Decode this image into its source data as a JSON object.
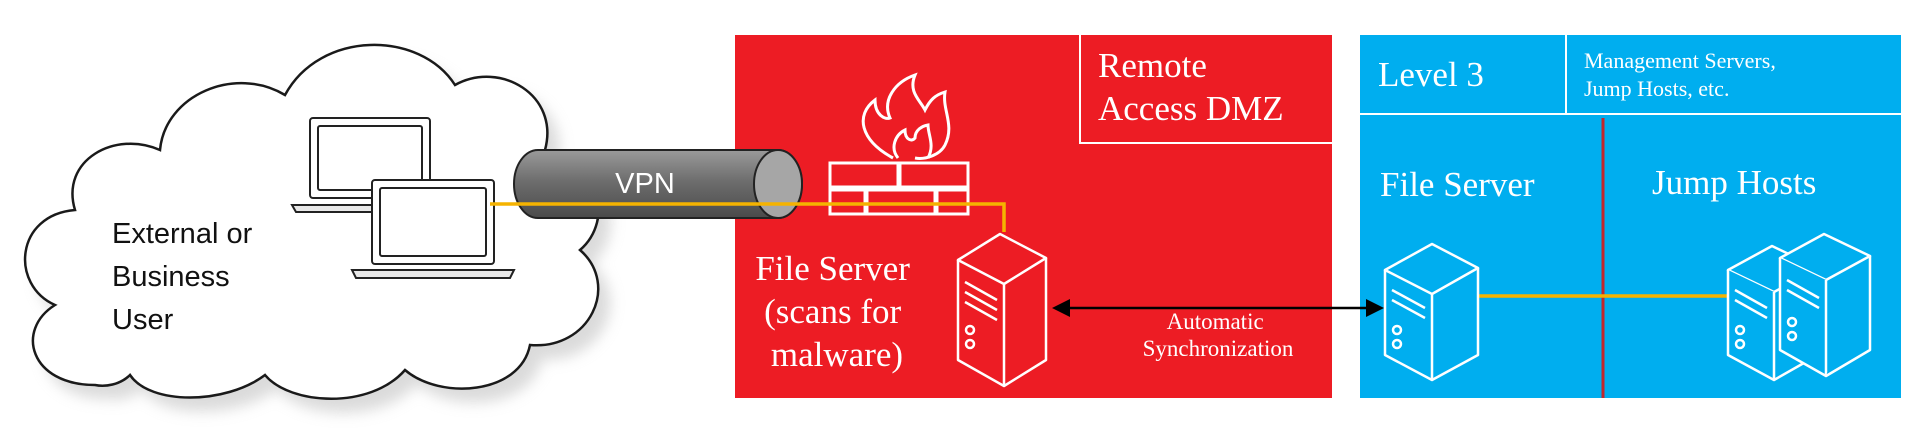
{
  "user_zone": {
    "label_lines": [
      "External or",
      "Business",
      "User"
    ]
  },
  "vpn": {
    "label": "VPN"
  },
  "dmz": {
    "title_lines": [
      "Remote",
      "Access DMZ"
    ],
    "server_label_lines": [
      "File Server",
      "(scans for",
      "malware)"
    ]
  },
  "sync": {
    "label_lines": [
      "Automatic",
      "Synchronization"
    ]
  },
  "level3": {
    "title": "Level 3",
    "note_lines": [
      "Management Servers,",
      "Jump Hosts, etc."
    ],
    "file_server_label": "File Server",
    "jump_hosts_label": "Jump Hosts"
  },
  "colors": {
    "dmz_red": "#ED1C24",
    "level3_blue": "#00AEEF",
    "link_yellow": "#F5B300",
    "divider_red": "#C1272D"
  }
}
